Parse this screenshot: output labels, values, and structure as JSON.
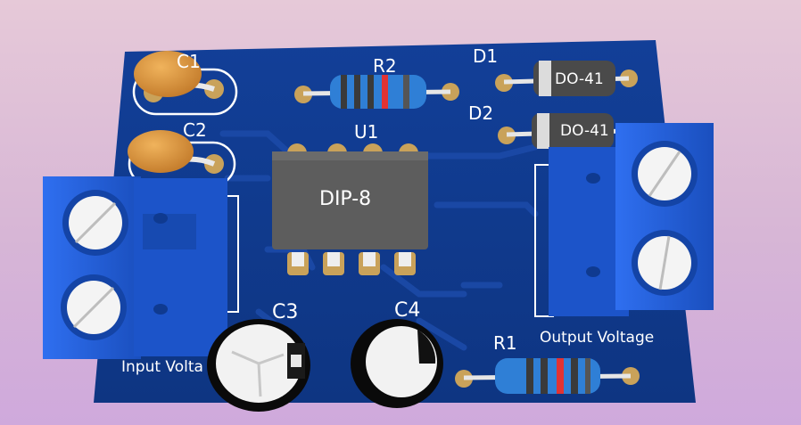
{
  "board": {
    "labels": {
      "c1": "C1",
      "c2": "C2",
      "r2": "R2",
      "u1": "U1",
      "d1": "D1",
      "d2": "D2",
      "c3": "C3",
      "c4": "C4",
      "r1": "R1",
      "input_voltage": "Input Volta",
      "output_voltage": "Output Voltage"
    },
    "chip_label": "DIP-8",
    "diode_label_d1": "DO-41",
    "diode_label_d2": "DO-41",
    "colors": {
      "board": "#103a8f",
      "terminal": "#1f5ed8",
      "capacitor_ceramic": "#d9923a",
      "chip": "#5d5d5d",
      "pad": "#c9a25a"
    }
  }
}
